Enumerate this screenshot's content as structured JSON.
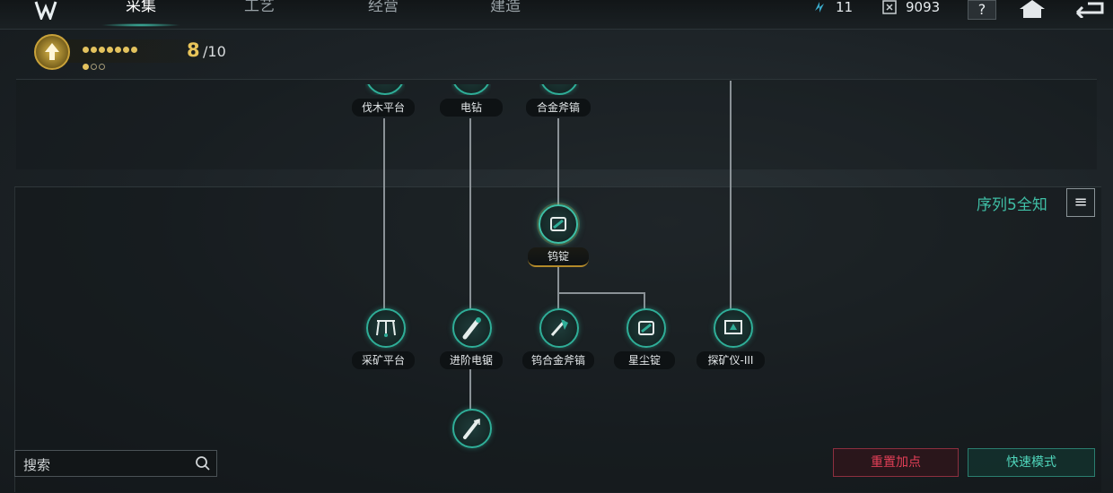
{
  "tabs": [
    "采集",
    "工艺",
    "经营",
    "建造"
  ],
  "active_tab": "采集",
  "resources": [
    {
      "icon": "energy-icon",
      "value": "11"
    },
    {
      "icon": "currency-icon",
      "value": "9093"
    }
  ],
  "buttons": {
    "help": "?",
    "home": "home-icon",
    "back": "back-icon"
  },
  "progress": {
    "current": "8",
    "total": "/10",
    "dots_filled": 8,
    "dots_total": 10
  },
  "sequence_label": "序列5全知",
  "nodes_top": [
    "伐木平台",
    "电钻",
    "合金斧镐"
  ],
  "node_mid": "钨锭",
  "nodes_bottom": [
    "采矿平台",
    "进阶电锯",
    "钨合金斧镐",
    "星尘锭",
    "探矿仪-III"
  ],
  "search": {
    "placeholder": "搜索"
  },
  "actions": {
    "reset": "重置加点",
    "quick_mode": "快速模式"
  },
  "colors": {
    "accent": "#2fae98",
    "gold": "#c9a23a",
    "reset": "#e23f57",
    "quick": "#4fd5bb"
  }
}
